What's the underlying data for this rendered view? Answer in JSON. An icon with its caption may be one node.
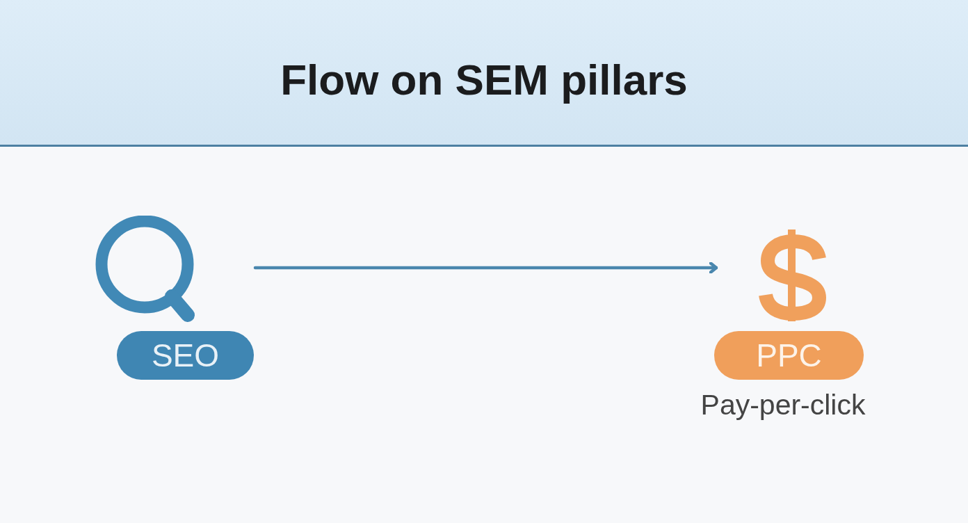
{
  "diagram": {
    "title": "Flow on SEM pillars",
    "nodes": [
      {
        "text": [
          "SEO"
        ]
      },
      {
        "text": [
          "PPC"
        ],
        "beside": [
          "Pay-per-click"
        ]
      }
    ],
    "edges": [
      {
        "from": 0,
        "to": 1,
        "arrow": "to"
      }
    ]
  }
}
